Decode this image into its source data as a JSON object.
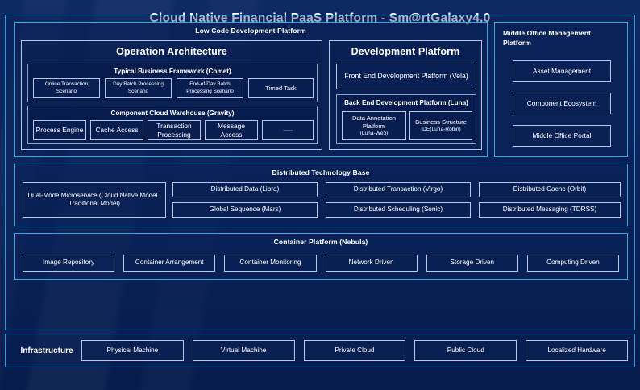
{
  "page": {
    "title": "Cloud Native Financial PaaS Platform - Sm@rtGalaxy4.0",
    "accent_cyan": "#2aa8e8",
    "background": "#0a2259",
    "box_border": "#b9c7e2"
  },
  "low_code": {
    "title": "Low Code Development Platform",
    "operation_architecture": {
      "title": "Operation Architecture",
      "typical_business_framework": {
        "title": "Typical Business Framework (Comet)",
        "items": [
          "Online Transaction Scenario",
          "Day Batch Processing Scenario",
          "End-of-Day Batch Processing Scenario",
          "Timed Task"
        ]
      },
      "component_cloud_warehouse": {
        "title": "Component Cloud Warehouse (Gravity)",
        "items": [
          "Process Engine",
          "Cache Access",
          "Transaction Processing",
          "Message Access",
          "......"
        ]
      }
    },
    "development_platform": {
      "title": "Development Platform",
      "front_end": "Front End Development Platform (Vela)",
      "back_end": {
        "title": "Back End Development Platform (Luna)",
        "items": [
          {
            "name": "Data Annotation Platform",
            "sub": "(Luna-Web)"
          },
          {
            "name": "Business Structure",
            "sub": "IDE(Luna-Robin)"
          }
        ]
      }
    }
  },
  "middle_office": {
    "title": "Middle Office Management Platform",
    "items": [
      "Asset Management",
      "Component Ecosystem",
      "Middle Office Portal"
    ]
  },
  "distributed_tech_base": {
    "title": "Distributed Technology Base",
    "highlight": "Dual-Mode Microservice (Cloud Native Model | Traditional Model)",
    "columns": [
      [
        "Distributed Data (Libra)",
        "Global Sequence (Mars)"
      ],
      [
        "Distributed Transaction (Virgo)",
        "Distributed Scheduling (Sonic)"
      ],
      [
        "Distributed Cache (Orbit)",
        "Distributed Messaging (TDRSS)"
      ]
    ]
  },
  "container_platform": {
    "title": "Container Platform (Nebula)",
    "items": [
      "Image Repository",
      "Container Arrangement",
      "Container Monitoring",
      "Network Driven",
      "Storage Driven",
      "Computing Driven"
    ]
  },
  "infrastructure": {
    "label": "Infrastructure",
    "items": [
      "Physical Machine",
      "Virtual Machine",
      "Private Cloud",
      "Public Cloud",
      "Localized Hardware"
    ]
  }
}
